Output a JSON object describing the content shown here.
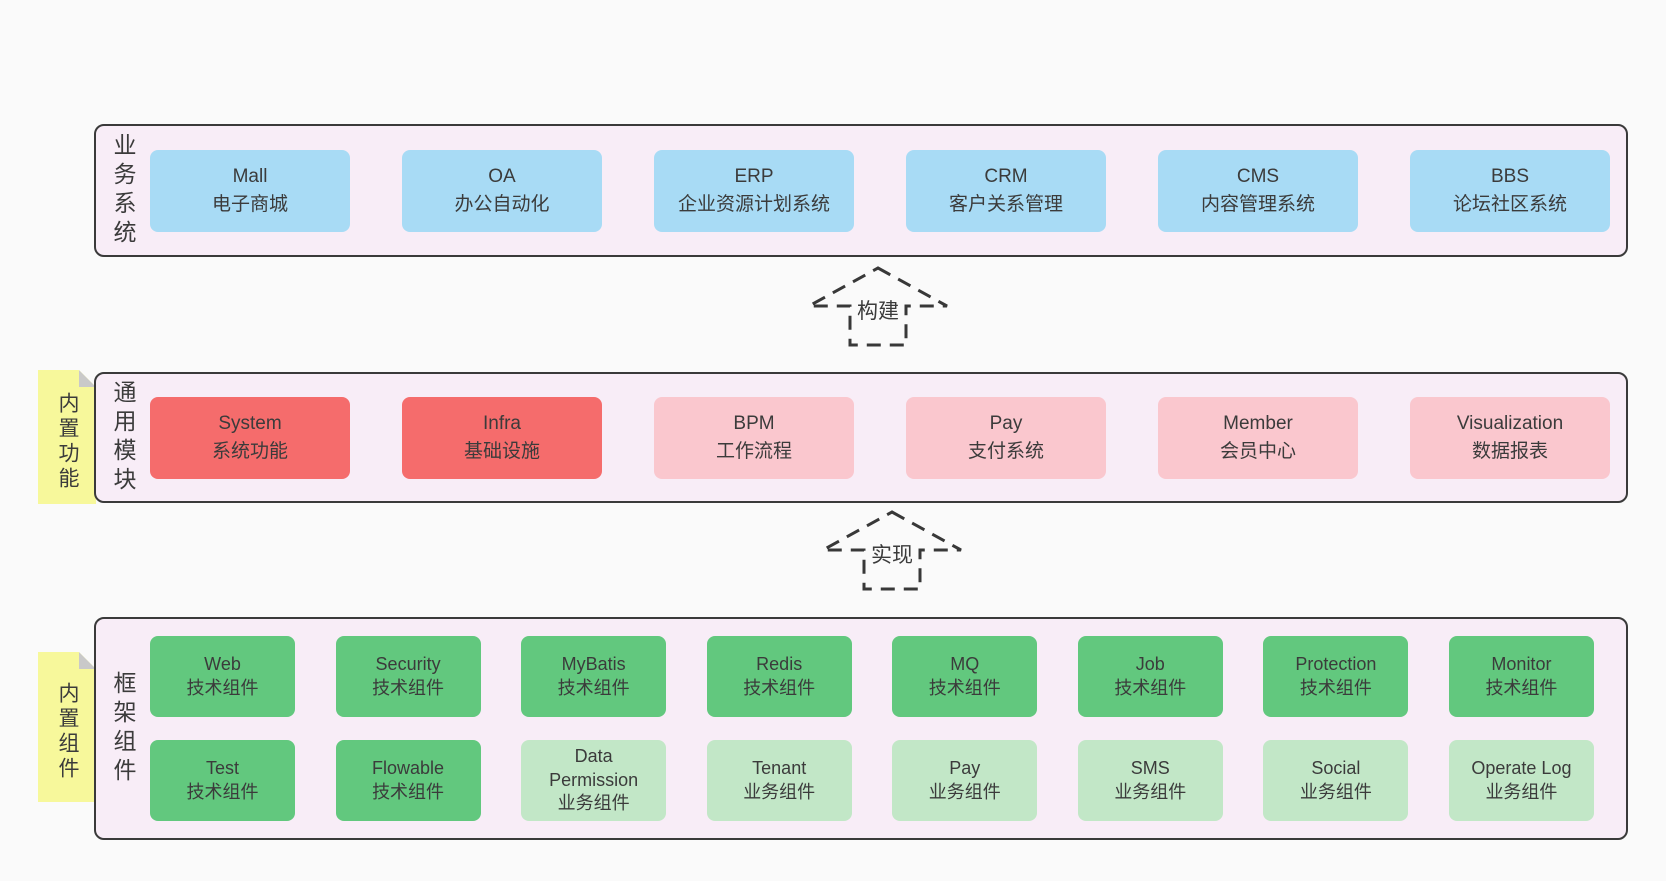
{
  "palette": {
    "page_bg": "#fafafa",
    "layer_bg": "#f8edf7",
    "layer_border": "#3a3a3a",
    "blue": "#a8dbf5",
    "red": "#f56c6c",
    "pink": "#fac7ce",
    "green": "#62c87e",
    "light_green": "#c2e7c7",
    "note_yellow": "#f7f89b",
    "note_fold_gray": "#c9c9c9",
    "text": "#3b3b3b"
  },
  "layers": [
    {
      "label": "业务系统",
      "boxes": [
        {
          "name": "Mall",
          "desc": "电子商城",
          "type": "blue"
        },
        {
          "name": "OA",
          "desc": "办公自动化",
          "type": "blue"
        },
        {
          "name": "ERP",
          "desc": "企业资源计划系统",
          "type": "blue"
        },
        {
          "name": "CRM",
          "desc": "客户关系管理",
          "type": "blue"
        },
        {
          "name": "CMS",
          "desc": "内容管理系统",
          "type": "blue"
        },
        {
          "name": "BBS",
          "desc": "论坛社区系统",
          "type": "blue"
        }
      ]
    },
    {
      "label": "通用模块",
      "note": "内置功能",
      "boxes": [
        {
          "name": "System",
          "desc": "系统功能",
          "type": "red"
        },
        {
          "name": "Infra",
          "desc": "基础设施",
          "type": "red"
        },
        {
          "name": "BPM",
          "desc": "工作流程",
          "type": "pink"
        },
        {
          "name": "Pay",
          "desc": "支付系统",
          "type": "pink"
        },
        {
          "name": "Member",
          "desc": "会员中心",
          "type": "pink"
        },
        {
          "name": "Visualization",
          "desc": "数据报表",
          "type": "pink"
        }
      ]
    },
    {
      "label": "框架组件",
      "note": "内置组件",
      "rows": [
        {
          "boxes": [
            {
              "name": "Web",
              "desc": "技术组件",
              "type": "green"
            },
            {
              "name": "Security",
              "desc": "技术组件",
              "type": "green"
            },
            {
              "name": "MyBatis",
              "desc": "技术组件",
              "type": "green"
            },
            {
              "name": "Redis",
              "desc": "技术组件",
              "type": "green"
            },
            {
              "name": "MQ",
              "desc": "技术组件",
              "type": "green"
            },
            {
              "name": "Job",
              "desc": "技术组件",
              "type": "green"
            },
            {
              "name": "Protection",
              "desc": "技术组件",
              "type": "green"
            },
            {
              "name": "Monitor",
              "desc": "技术组件",
              "type": "green"
            }
          ]
        },
        {
          "boxes": [
            {
              "name": "Test",
              "desc": "技术组件",
              "type": "green"
            },
            {
              "name": "Flowable",
              "desc": "技术组件",
              "type": "green"
            },
            {
              "name": "Data Permission",
              "desc": "业务组件",
              "type": "light_green"
            },
            {
              "name": "Tenant",
              "desc": "业务组件",
              "type": "light_green"
            },
            {
              "name": "Pay",
              "desc": "业务组件",
              "type": "light_green"
            },
            {
              "name": "SMS",
              "desc": "业务组件",
              "type": "light_green"
            },
            {
              "name": "Social",
              "desc": "业务组件",
              "type": "light_green"
            },
            {
              "name": "Operate Log",
              "desc": "业务组件",
              "type": "light_green"
            }
          ]
        }
      ]
    }
  ],
  "arrows": [
    {
      "label": "构建"
    },
    {
      "label": "实现"
    }
  ]
}
